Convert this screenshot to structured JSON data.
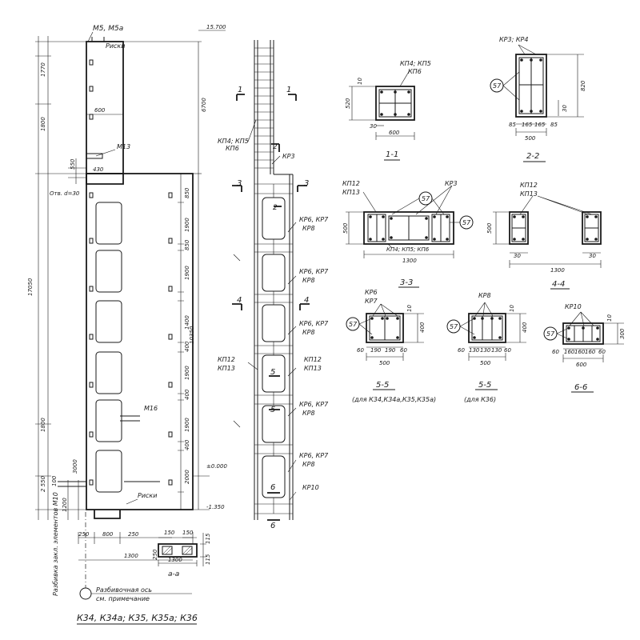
{
  "drawing": {
    "sheet_title": "К34, К34а; К35, К35а; К36",
    "side_note": "Разбивка закл. элементов М10",
    "axis_note_1": "Разбивочная ось",
    "axis_note_2": "см. примечание"
  },
  "elevation": {
    "label_m5": "М5, М5а",
    "label_riski_top": "Риски",
    "label_riski_bottom": "Риски",
    "label_m13": "М13",
    "label_m16": "М16",
    "label_hole": "Отв. d=30",
    "level_top": "15.700",
    "level_mid": "±0.000",
    "level_bot": "-1.350",
    "dim_total": "17050",
    "dim_upper": "6700",
    "dim_lower": "10350",
    "dim_1770": "1770",
    "dim_1800a": "1800",
    "dim_600": "600",
    "dim_550": "550",
    "dim_430": "430",
    "dim_1800b": "1800",
    "dim_2550": "2 550",
    "dim_1200": "1200",
    "dim_3000": "3000",
    "dim_250a": "250",
    "dim_800": "800",
    "dim_250b": "250",
    "dim_1300": "1300",
    "dims_right": [
      "850",
      "1900",
      "850",
      "1900",
      "1400",
      "400",
      "1900",
      "400",
      "1900",
      "400",
      "2000"
    ],
    "dim_100": "100"
  },
  "section_a": {
    "title": "а-а",
    "dim_1300": "1300",
    "dim_150a": "150",
    "dim_150b": "150",
    "dim_250": "250",
    "dim_115a": "115",
    "dim_115b": "115"
  },
  "cage": {
    "label_kp4": "КП4; КП5",
    "label_kp6": "КП6",
    "label_kr3": "КР3",
    "label_kr6_1": "КР6, КР7",
    "label_kr8_1": "КР8",
    "label_kr6_2": "КР6, КР7",
    "label_kr8_2": "КР8",
    "label_kr6_3": "КР6, КР7",
    "label_kr8_3": "КР8",
    "label_kp12_l": "КП12",
    "label_kp13_l": "КП13",
    "label_kp12_r": "КП12",
    "label_kp13_r": "КП13",
    "label_kr6_4": "КР6, КР7",
    "label_kr8_4": "КР8",
    "label_kr6_5": "КР6, КР7",
    "label_kr8_5": "КР8",
    "label_kr10": "КР10",
    "cut_1": "1",
    "cut_2": "2",
    "cut_3": "3",
    "cut_4": "4",
    "cut_5": "5",
    "cut_6": "6"
  },
  "sections": {
    "s11": {
      "title": "1-1",
      "label_top": "КП4; КП5",
      "label_bot": "КП6",
      "dim_h": "520",
      "dim_w": "600",
      "dim_30": "30",
      "dim_10": "10"
    },
    "s22": {
      "title": "2-2",
      "label": "КР3; КР4",
      "bubble": "57",
      "dim_h": "820",
      "dim_w": "500",
      "dims_bottom": [
        "85",
        "165",
        "165",
        "85"
      ],
      "dim_30": "30"
    },
    "s33": {
      "title": "3-3",
      "label_top": "КП12",
      "label_top2": "КП13",
      "label_kr3": "КР3",
      "label_bottom": "КП4; КП5; КП6",
      "bubble_a": "57",
      "bubble_b": "57",
      "dim_h": "500",
      "dim_w": "1300"
    },
    "s44": {
      "title": "4-4",
      "label": "КП12",
      "label2": "КП13",
      "dim_h": "500",
      "dim_w": "1300",
      "dim_30a": "30",
      "dim_30b": "30"
    },
    "s55a": {
      "title": "5-5",
      "note": "(для К34,К34а,К35,К35а)",
      "label": "КР6",
      "label2": "КР7",
      "bubble": "57",
      "dim_h": "400",
      "dims_bottom": [
        "60",
        "190",
        "190",
        "60"
      ],
      "dim_w": "500",
      "dim_10": "10"
    },
    "s55b": {
      "title": "5-5",
      "note": "(для К36)",
      "label": "КР8",
      "bubble": "57",
      "dim_h": "400",
      "dims_bottom": [
        "60",
        "130",
        "130",
        "130",
        "60"
      ],
      "dim_w": "500",
      "dim_10": "10"
    },
    "s66": {
      "title": "6-6",
      "label": "КР10",
      "bubble": "57",
      "dim_h": "300",
      "dims_bottom": [
        "60",
        "160",
        "160",
        "160",
        "60"
      ],
      "dim_w": "600",
      "dim_10": "10"
    }
  }
}
